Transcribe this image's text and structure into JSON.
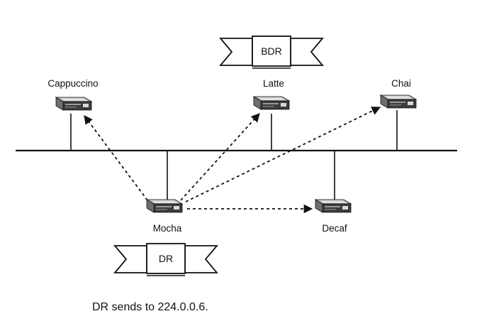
{
  "top_clipped_text": "",
  "banners": {
    "bdr": "BDR",
    "dr": "DR"
  },
  "routers": {
    "cappuccino": "Cappuccino",
    "latte": "Latte",
    "chai": "Chai",
    "mocha": "Mocha",
    "decaf": "Decaf"
  },
  "caption": "DR sends to 224.0.0.6.",
  "icons": {
    "router": "router-icon",
    "banner": "ribbon-banner-icon"
  }
}
